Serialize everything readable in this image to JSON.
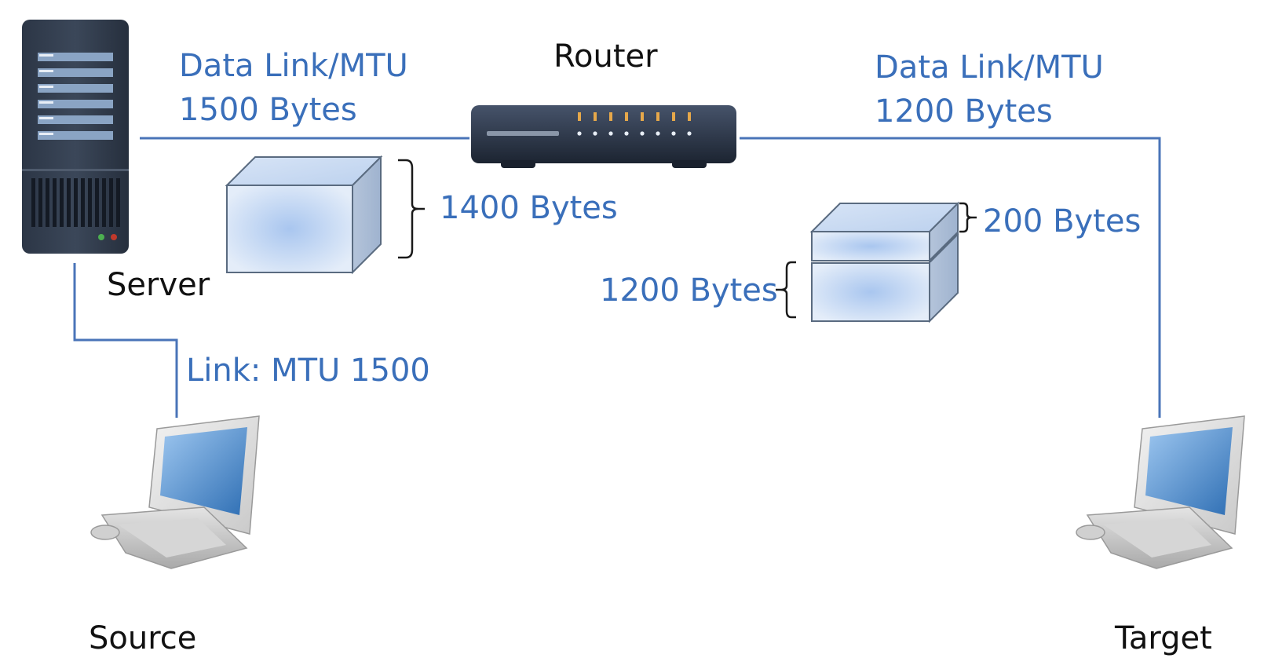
{
  "colors": {
    "accent": "#3a6fba",
    "line": "#4a74b8",
    "text": "#111111"
  },
  "devices": {
    "server": {
      "label": "Server",
      "icon": "server-icon"
    },
    "router": {
      "label": "Router",
      "icon": "router-icon"
    },
    "source": {
      "label": "Source",
      "icon": "computer-icon"
    },
    "target": {
      "label": "Target",
      "icon": "computer-icon"
    }
  },
  "links": {
    "server_router": {
      "title": "Data Link/MTU",
      "size": "1500 Bytes"
    },
    "router_target": {
      "title": "Data Link/MTU",
      "size": "1200 Bytes"
    },
    "source_server": {
      "label": "Link: MTU 1500"
    }
  },
  "packets": {
    "original": {
      "size": "1400 Bytes"
    },
    "fragment_small": {
      "size": "200 Bytes"
    },
    "fragment_large": {
      "size": "1200 Bytes"
    }
  }
}
